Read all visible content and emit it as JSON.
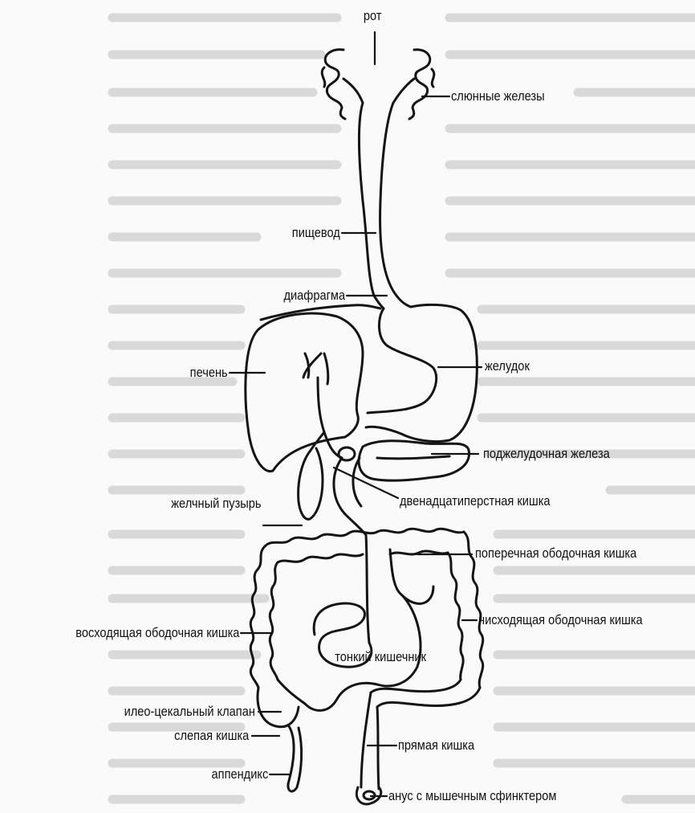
{
  "diagram": {
    "labels": {
      "mouth": "рот",
      "salivary": "слюнные железы",
      "esophagus": "пищевод",
      "diaphragm": "диафрагма",
      "liver": "печень",
      "stomach": "желудок",
      "pancreas": "поджелудочная железа",
      "gallbladder": "желчный пузырь",
      "duodenum": "двенадцатиперстная кишка",
      "transverse_colon": "поперечная ободочная кишка",
      "ascending_colon": "восходящая ободочная кишка",
      "descending_colon": "нисходящая ободочная кишка",
      "small_intestine": "тонкий кишечник",
      "ileocecal_valve": "илео-цекальный клапан",
      "cecum": "слепая кишка",
      "rectum": "прямая кишка",
      "appendix": "аппендикс",
      "anus": "анус с мышечным сфинктером"
    }
  }
}
